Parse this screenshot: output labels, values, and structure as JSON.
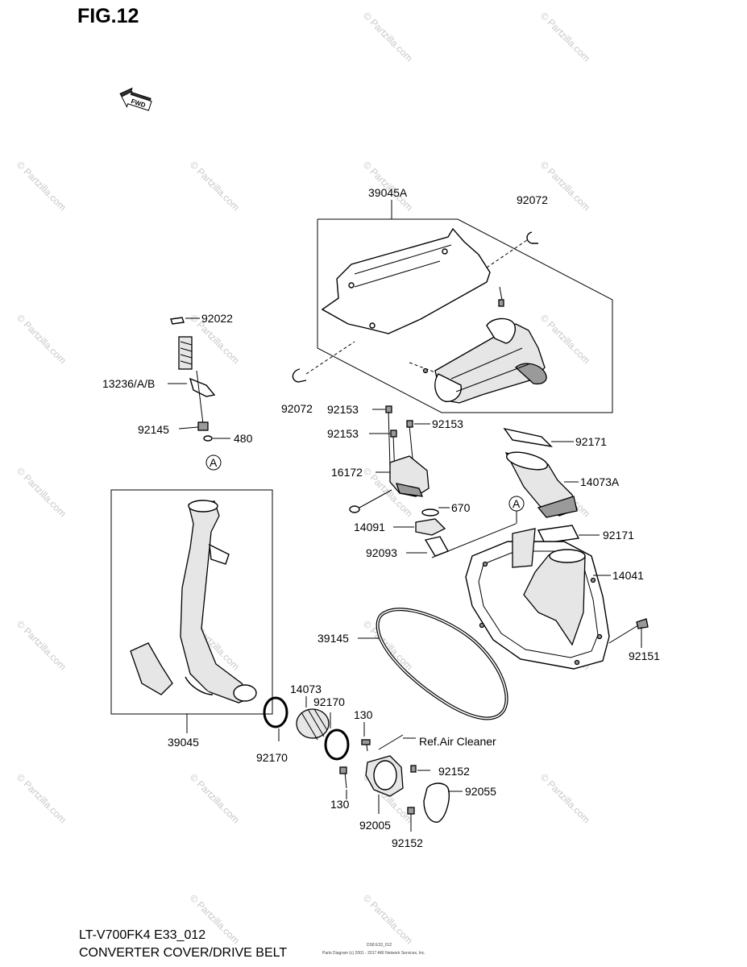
{
  "figure": {
    "title": "FIG.12",
    "model_code": "LT-V700FK4 E33_012",
    "section_name": "CONVERTER COVER/DRIVE BELT",
    "copyright": "Parts Diagram (c) 2001 - 2017 ARI Network Services, Inc.",
    "small_code": "DS8 E33_012"
  },
  "direction_arrow": {
    "label": "FWD",
    "icon": "fwd-arrow-icon"
  },
  "watermark": "© Partzilla.com",
  "callouts": [
    {
      "id": "c01",
      "text": "39045A"
    },
    {
      "id": "c02",
      "text": "92072"
    },
    {
      "id": "c03",
      "text": "92072"
    },
    {
      "id": "c04",
      "text": "92022"
    },
    {
      "id": "c05",
      "text": "13236/A/B"
    },
    {
      "id": "c06",
      "text": "92145"
    },
    {
      "id": "c07",
      "text": "480"
    },
    {
      "id": "c08",
      "text": "A"
    },
    {
      "id": "c09",
      "text": "92153"
    },
    {
      "id": "c10",
      "text": "92153"
    },
    {
      "id": "c11",
      "text": "92153"
    },
    {
      "id": "c12",
      "text": "16172"
    },
    {
      "id": "c13",
      "text": "670"
    },
    {
      "id": "c14",
      "text": "14091"
    },
    {
      "id": "c15",
      "text": "92093"
    },
    {
      "id": "c16",
      "text": "92171"
    },
    {
      "id": "c17",
      "text": "14073A"
    },
    {
      "id": "c18",
      "text": "A"
    },
    {
      "id": "c19",
      "text": "92171"
    },
    {
      "id": "c20",
      "text": "14041"
    },
    {
      "id": "c21",
      "text": "39145"
    },
    {
      "id": "c22",
      "text": "92151"
    },
    {
      "id": "c23",
      "text": "39045"
    },
    {
      "id": "c24",
      "text": "14073"
    },
    {
      "id": "c25",
      "text": "92170"
    },
    {
      "id": "c26",
      "text": "92170"
    },
    {
      "id": "c27",
      "text": "130"
    },
    {
      "id": "c28",
      "text": "Ref.Air Cleaner"
    },
    {
      "id": "c29",
      "text": "92152"
    },
    {
      "id": "c30",
      "text": "92055"
    },
    {
      "id": "c31",
      "text": "130"
    },
    {
      "id": "c32",
      "text": "92005"
    },
    {
      "id": "c33",
      "text": "92152"
    }
  ]
}
